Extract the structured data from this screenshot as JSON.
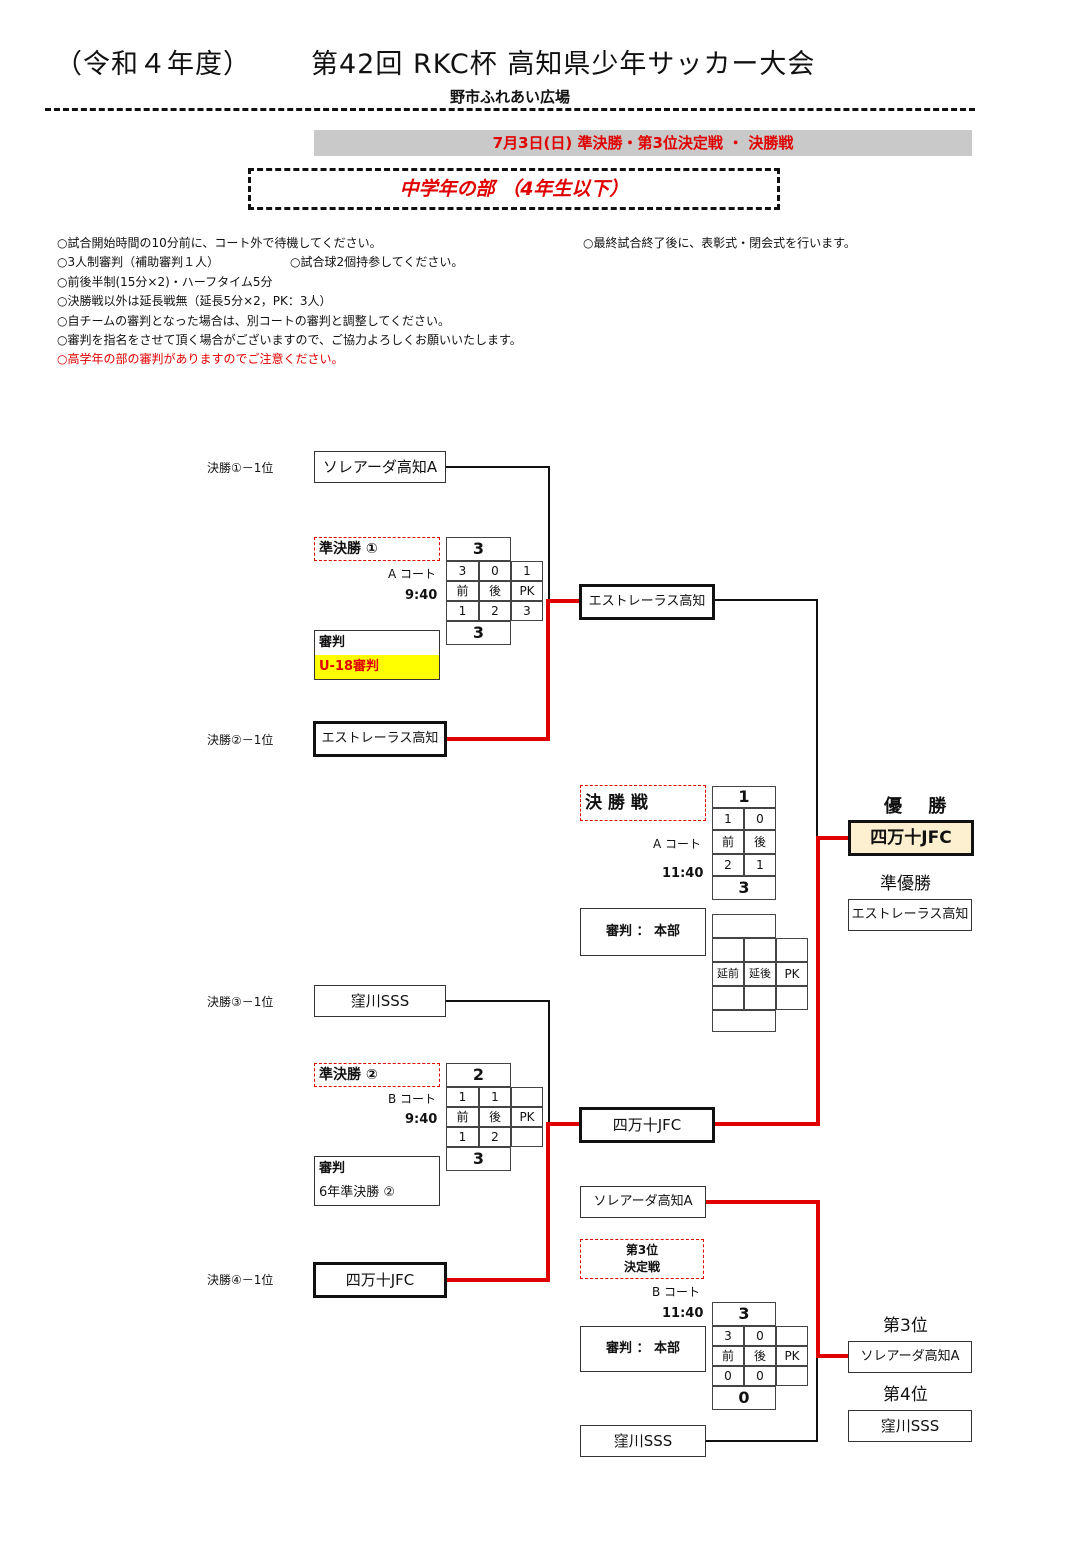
{
  "header": {
    "title_era": "（令和４年度）",
    "title_main": "第42回  RKC杯  高知県少年サッカー大会",
    "venue": "野市ふれあい広場",
    "date_line": "7月3日(日) 準決勝・第3位決定戦 ・ 決勝戦",
    "division": "中学年の部 （4年生以下）"
  },
  "notes": [
    "○試合開始時間の10分前に、コート外で待機してください。",
    "○3人制審判（補助審判１人）",
    "○試合球2個持参してください。",
    "○前後半制(15分×2)・ハーフタイム5分",
    "○決勝戦以外は延長戦無（延長5分×2，PK：3人）",
    "○自チームの審判となった場合は、別コートの審判と調整してください。",
    "○審判を指名をさせて頂く場合がございますので、ご協力よろしくお願いいたします。",
    "○高学年の部の審判がありますのでご注意ください。"
  ],
  "note_right": "○最終試合終了後に、表彰式・閉会式を行います。",
  "colors": {
    "accent_red": "#e00000",
    "yellow": "#ffff00",
    "band_gray": "#c9c9c9",
    "champ_bg": "#fdf0d0"
  },
  "semi1": {
    "seed_top_label": "決勝①－1位",
    "team_top": "ソレアーダ高知A",
    "seed_bottom_label": "決勝②－1位",
    "team_bottom": "エストレーラス高知",
    "title": "準決勝 ①",
    "court": "A コート",
    "time": "9:40",
    "score_top_total": "3",
    "score_top_first": "3",
    "score_top_second": "0",
    "score_top_pk": "1",
    "hdr_first": "前",
    "hdr_second": "後",
    "hdr_pk": "PK",
    "score_bottom_first": "1",
    "score_bottom_second": "2",
    "score_bottom_pk": "3",
    "score_bottom_total": "3",
    "ref_label": "審判",
    "ref_value": "U-18審判",
    "winner": "エストレーラス高知"
  },
  "semi2": {
    "seed_top_label": "決勝③－1位",
    "team_top": "窪川SSS",
    "seed_bottom_label": "決勝④－1位",
    "team_bottom": "四万十JFC",
    "title": "準決勝 ②",
    "court": "B コート",
    "time": "9:40",
    "score_top_total": "2",
    "score_top_first": "1",
    "score_top_second": "1",
    "hdr_first": "前",
    "hdr_second": "後",
    "hdr_pk": "PK",
    "score_bottom_first": "1",
    "score_bottom_second": "2",
    "score_bottom_total": "3",
    "ref_label": "審判",
    "ref_value": "6年準決勝 ②",
    "winner": "四万十JFC"
  },
  "final": {
    "title": "決 勝 戦",
    "court": "A コート",
    "time": "11:40",
    "score_top_total": "1",
    "score_top_first": "1",
    "score_top_second": "0",
    "hdr_first": "前",
    "hdr_second": "後",
    "score_bottom_first": "2",
    "score_bottom_second": "1",
    "score_bottom_total": "3",
    "ref": "審判 ： 本部",
    "hdr_ext_first": "延前",
    "hdr_ext_second": "延後",
    "hdr_pk": "PK"
  },
  "third_place": {
    "team_top": "ソレアーダ高知A",
    "team_bottom": "窪川SSS",
    "title_line1": "第3位",
    "title_line2": "決定戦",
    "court": "B コート",
    "time": "11:40",
    "score_top_total": "3",
    "score_top_first": "3",
    "score_top_second": "0",
    "hdr_first": "前",
    "hdr_second": "後",
    "hdr_pk": "PK",
    "score_bottom_first": "0",
    "score_bottom_second": "0",
    "score_bottom_total": "0",
    "ref": "審判 ： 本部"
  },
  "results": {
    "champion_label": "優 勝",
    "champion": "四万十JFC",
    "runner_up_label": "準優勝",
    "runner_up": "エストレーラス高知",
    "third_label": "第3位",
    "third": "ソレアーダ高知A",
    "fourth_label": "第4位",
    "fourth": "窪川SSS"
  }
}
